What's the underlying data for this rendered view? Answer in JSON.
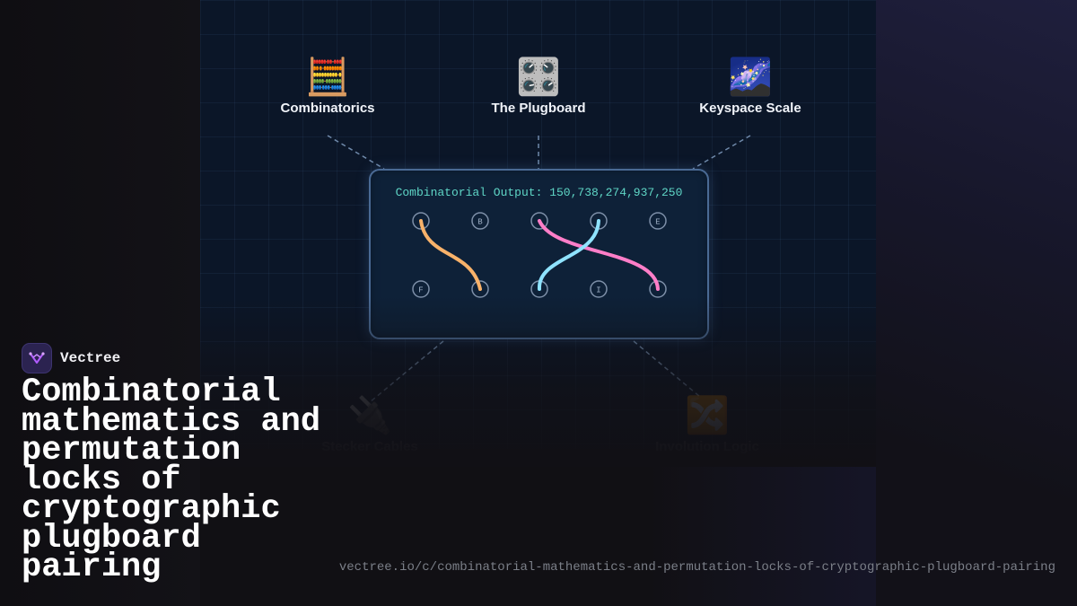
{
  "nodes": {
    "top": [
      {
        "emoji": "🧮",
        "label": "Combinatorics",
        "icon": "abacus-icon"
      },
      {
        "emoji": "🎛️",
        "label": "The Plugboard",
        "icon": "control-knobs-icon"
      },
      {
        "emoji": "🌌",
        "label": "Keyspace Scale",
        "icon": "milky-way-icon"
      }
    ],
    "bottom": [
      {
        "emoji": "🔌",
        "label": "Stecker Cables",
        "icon": "electric-plug-icon"
      },
      {
        "emoji": "🔀",
        "label": "Involution Logic",
        "icon": "shuffle-icon"
      }
    ]
  },
  "card": {
    "output": "Combinatorial Output: 150,738,274,937,250",
    "top_row": [
      "",
      "B",
      "",
      "",
      "E"
    ],
    "bottom_row": [
      "F",
      "",
      "",
      "I",
      ""
    ],
    "wire_colors": [
      "#f8b26a",
      "#ff7ec8",
      "#8fe3ff"
    ]
  },
  "brand": {
    "name": "Vectree",
    "icon": "vectree-logo-icon",
    "accent": "#b15cff"
  },
  "headline": "Combinatorial mathematics and permutation locks of cryptographic plugboard pairing",
  "url": "vectree.io/c/combinatorial-mathematics-and-permutation-locks-of-cryptographic-plugboard-pairing"
}
